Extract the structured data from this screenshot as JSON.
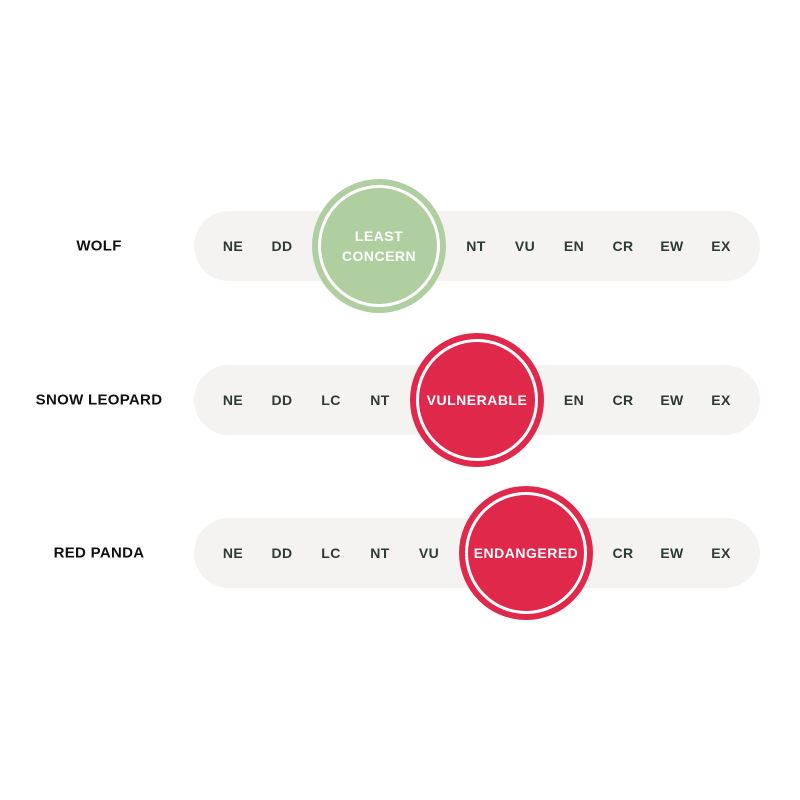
{
  "colors": {
    "track": "#f4f3f1",
    "least_concern": "#afcfa0",
    "vulnerable": "#e0284a",
    "endangered": "#e0284a",
    "category_text": "#2e3a33",
    "species_text": "#111111"
  },
  "rows": [
    {
      "species": "WOLF",
      "status_index": 2,
      "status_label": "LEAST\nCONCERN",
      "status_color": "#afcfa0",
      "categories": [
        "NE",
        "DD",
        "LC",
        "NT",
        "VU",
        "EN",
        "CR",
        "EW",
        "EX"
      ]
    },
    {
      "species": "SNOW LEOPARD",
      "status_index": 4,
      "status_label": "VULNERABLE",
      "status_color": "#e0284a",
      "categories": [
        "NE",
        "DD",
        "LC",
        "NT",
        "VU",
        "EN",
        "CR",
        "EW",
        "EX"
      ]
    },
    {
      "species": "RED PANDA",
      "status_index": 5,
      "status_label": "ENDANGERED",
      "status_color": "#e0284a",
      "categories": [
        "NE",
        "DD",
        "LC",
        "NT",
        "VU",
        "EN",
        "CR",
        "EW",
        "EX"
      ]
    }
  ]
}
